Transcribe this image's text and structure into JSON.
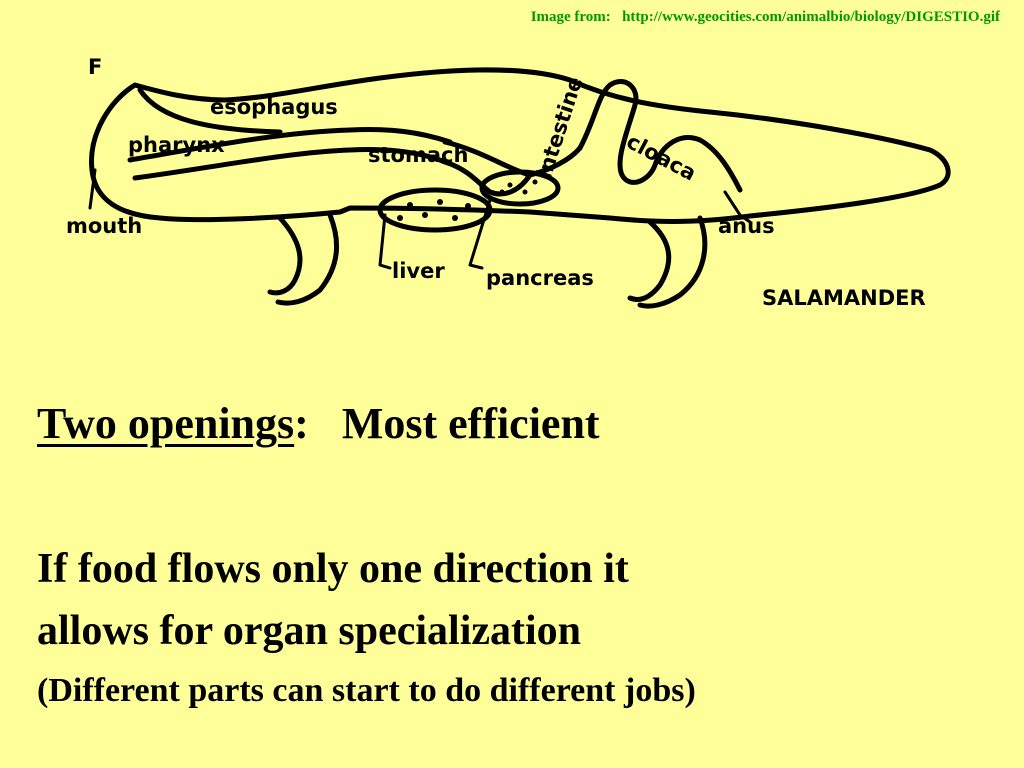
{
  "source": {
    "label": "Image from:",
    "url": "http://www.geocities.com/animalbio/biology/DIGESTIO.gif"
  },
  "diagram": {
    "corner_mark": "F",
    "labels": {
      "esophagus": "esophagus",
      "pharynx": "pharynx",
      "stomach": "stomach",
      "intestine": "intestine",
      "cloaca": "cloaca",
      "mouth": "mouth",
      "anus": "anus",
      "liver": "liver",
      "pancreas": "pancreas",
      "title": "SALAMANDER"
    }
  },
  "heading": {
    "underlined": "Two openings",
    "colon": ":",
    "rest": "Most efficient"
  },
  "body": {
    "line1": "If food flows only one direction it",
    "line2": "allows for organ specialization",
    "line3": "(Different parts can start to do different jobs)"
  }
}
